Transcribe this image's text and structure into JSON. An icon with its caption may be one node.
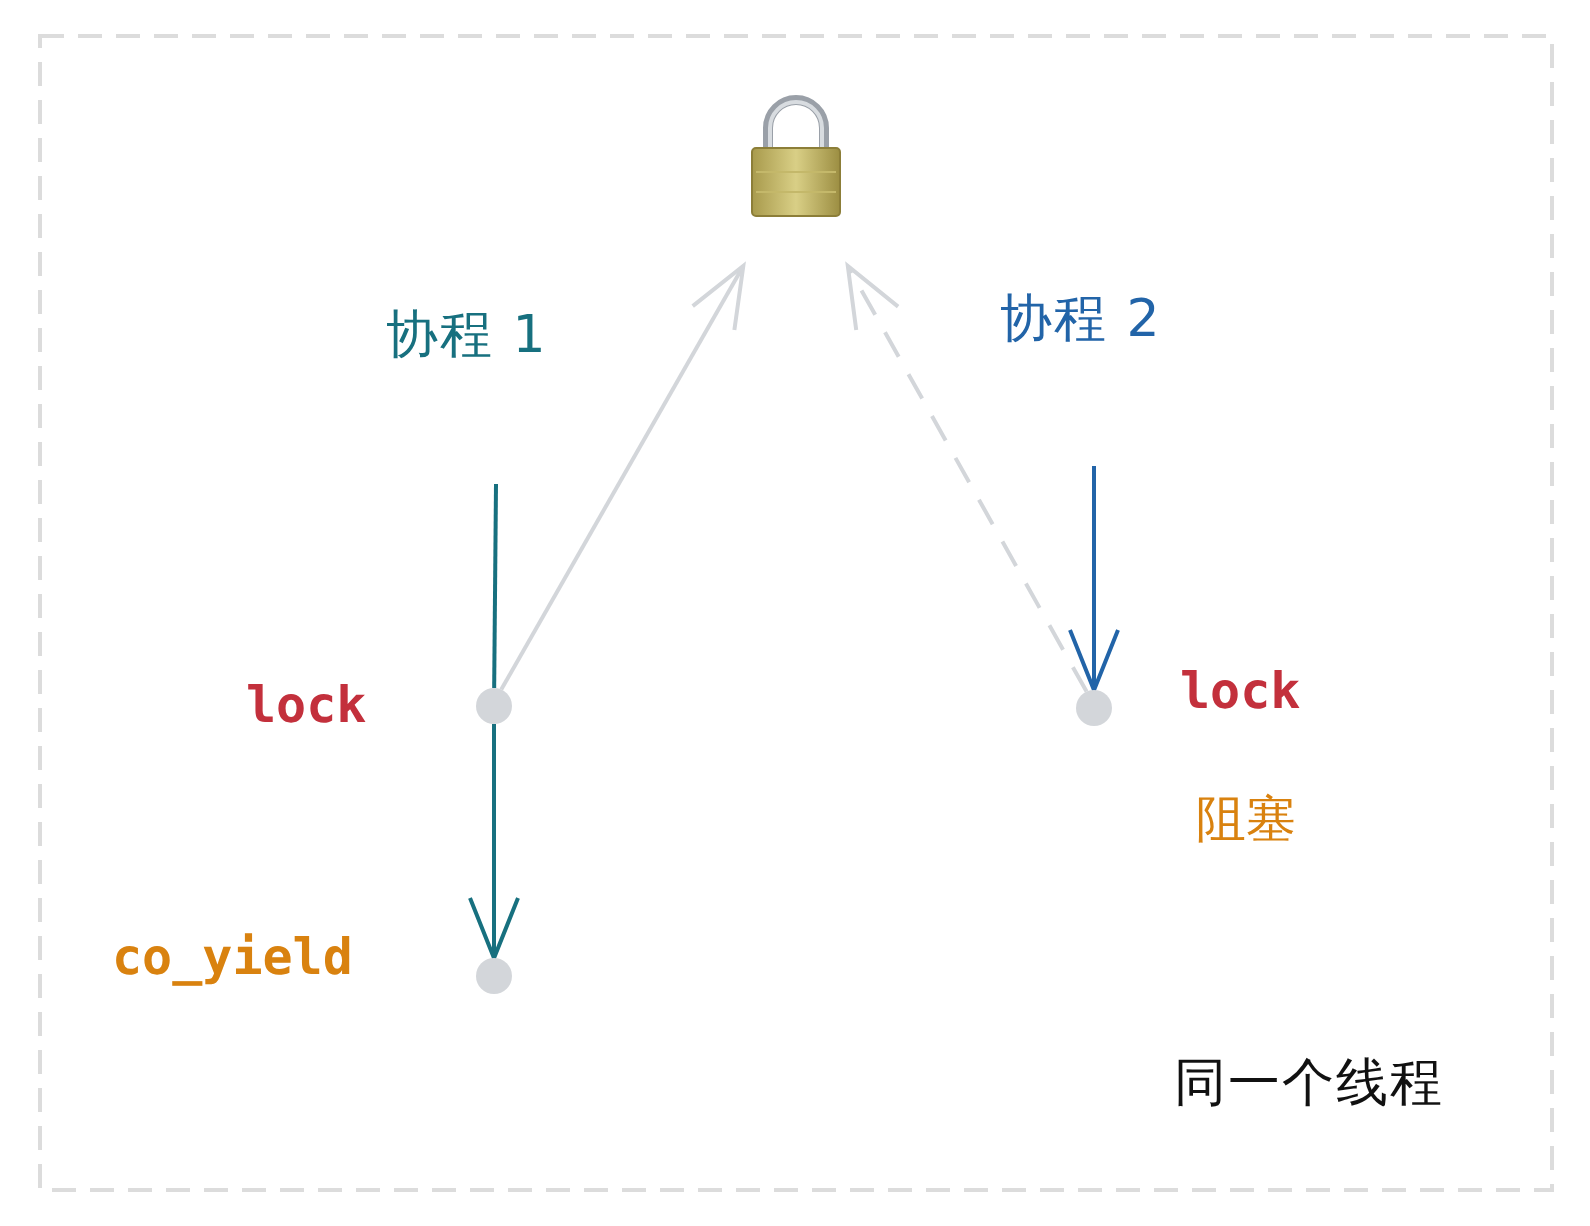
{
  "diagram": {
    "nodes": [
      {
        "text": [],
        "shape": "padlock"
      },
      {
        "text": [],
        "shape": "circle",
        "beside": [
          "lock"
        ]
      },
      {
        "text": [],
        "shape": "circle",
        "beside": [
          "co_yield"
        ]
      },
      {
        "text": [],
        "shape": "circle",
        "beside": [
          "lock",
          "阻塞"
        ]
      }
    ],
    "edges": [
      {
        "from": null,
        "to": 1,
        "arrow": "none",
        "label": "协程 1",
        "color": "#17707f"
      },
      {
        "from": 1,
        "to": 2,
        "arrow": "to",
        "color": "#17707f"
      },
      {
        "from": 1,
        "to": 0,
        "arrow": "to",
        "color": "#d3d6da"
      },
      {
        "from": null,
        "to": 3,
        "arrow": "to",
        "label": "协程 2",
        "color": "#2264a8"
      },
      {
        "from": 3,
        "to": 0,
        "arrow": "to",
        "style": "dashed",
        "color": "#d3d6da"
      }
    ],
    "labels": [
      "同一个线程"
    ]
  }
}
